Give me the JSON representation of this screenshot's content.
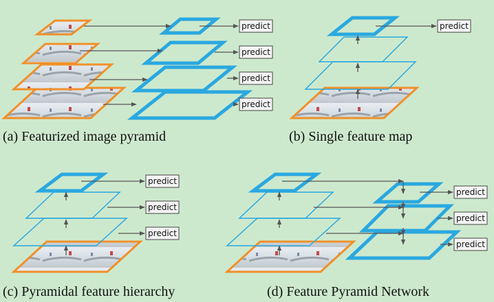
{
  "panels": [
    {
      "caption": "(a) Featurized image pyramid"
    },
    {
      "caption": "(b) Single feature map"
    },
    {
      "caption": "(c) Pyramidal feature hierarchy"
    },
    {
      "caption": "(d) Feature Pyramid Network"
    }
  ],
  "predict_label": "predict",
  "colors": {
    "background": "#cde9cd",
    "feature_map": "#2aa8e0",
    "image_border": "#f0902a",
    "arrow": "#555555"
  }
}
